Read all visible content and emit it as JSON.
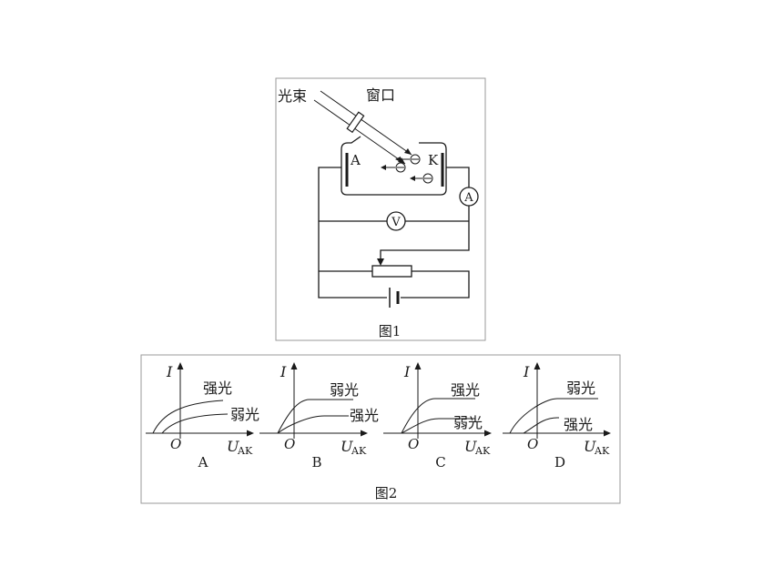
{
  "figure1": {
    "caption": "图1",
    "labels": {
      "beam": "光束",
      "window": "窗口",
      "anode": "A",
      "cathode": "K",
      "ammeter": "A",
      "voltmeter": "V"
    }
  },
  "figure2": {
    "caption": "图2",
    "axis_y": "I",
    "axis_x_main": "U",
    "axis_x_sub": "AK",
    "origin": "O",
    "panels": [
      {
        "id": "A",
        "upper_label": "强光",
        "lower_label": "弱光"
      },
      {
        "id": "B",
        "upper_label": "弱光",
        "lower_label": "强光"
      },
      {
        "id": "C",
        "upper_label": "强光",
        "lower_label": "弱光"
      },
      {
        "id": "D",
        "upper_label": "弱光",
        "lower_label": "强光"
      }
    ]
  }
}
